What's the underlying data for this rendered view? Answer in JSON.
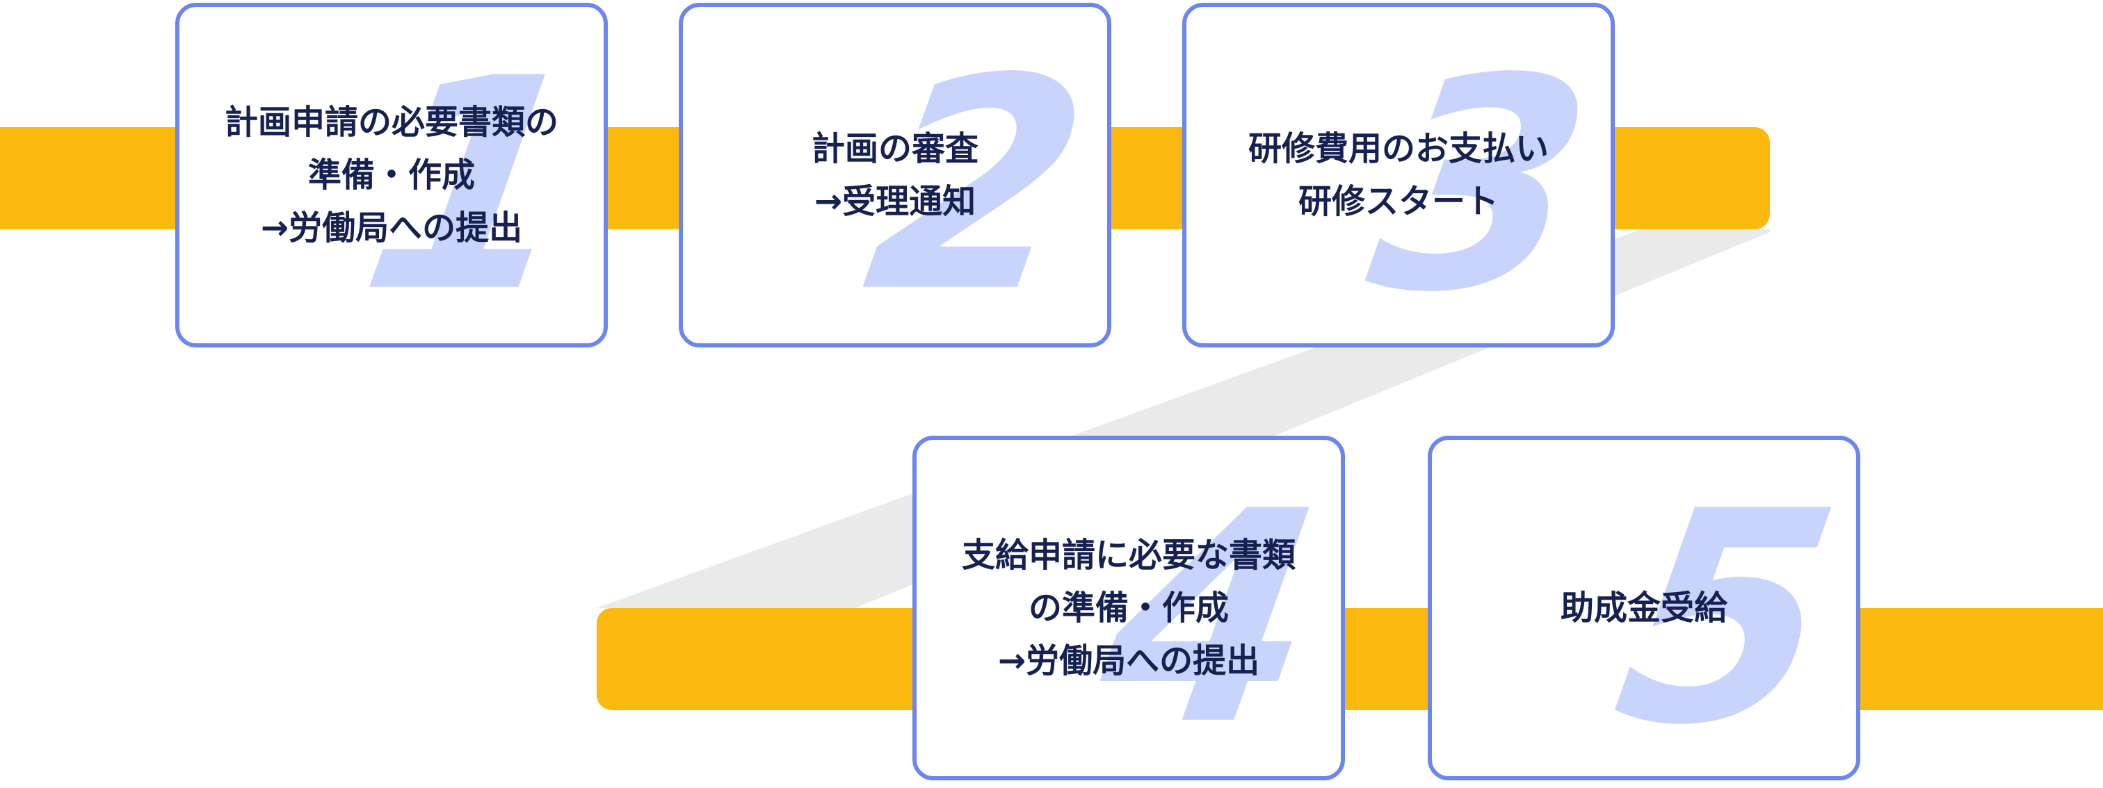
{
  "colors": {
    "band": "#FBB80F",
    "card_border": "#6B86F0",
    "numeral": "#C8D4FC",
    "text": "#172151",
    "connector": "#EAEAEA"
  },
  "steps": [
    {
      "number": "1",
      "lines": [
        "計画申請の必要書類の",
        "準備・作成",
        "→労働局への提出"
      ]
    },
    {
      "number": "2",
      "lines": [
        "計画の審査",
        "→受理通知"
      ]
    },
    {
      "number": "3",
      "lines": [
        "研修費用のお支払い",
        "研修スタート"
      ]
    },
    {
      "number": "4",
      "lines": [
        "支給申請に必要な書類",
        "の準備・作成",
        "→労働局への提出"
      ]
    },
    {
      "number": "5",
      "lines": [
        "助成金受給"
      ]
    }
  ]
}
